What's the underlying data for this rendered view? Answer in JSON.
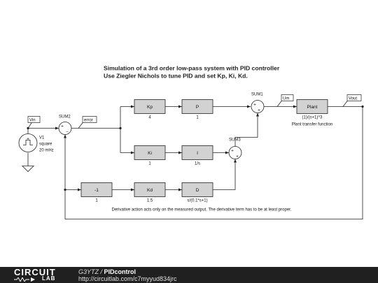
{
  "title": {
    "line1": "Simulation of a 3rd order low-pass system with PID controller",
    "line2": "Use Ziegler Nichols to tune PID and set Kp, Ki, Kd."
  },
  "blocks": {
    "kp": {
      "label": "Kp",
      "param": "4"
    },
    "p": {
      "label": "P",
      "param": "1"
    },
    "ki": {
      "label": "Ki",
      "param": "1"
    },
    "i": {
      "label": "I",
      "param": "1/s"
    },
    "neg": {
      "label": "-1",
      "param": "1"
    },
    "kd": {
      "label": "Kd",
      "param": "1.5"
    },
    "d": {
      "label": "D",
      "param": "s/(0.1*s+1)"
    },
    "plant": {
      "label": "Plant",
      "param": "(1)/(s+1)^3",
      "desc": "Plant transfer function"
    }
  },
  "sums": {
    "sum1": {
      "label": "SUM1",
      "sign_a": "+",
      "sign_b": "+"
    },
    "sum2": {
      "label": "SUM2",
      "sign_a": "+",
      "sign_b": "−"
    },
    "sum3": {
      "label": "SUM3",
      "sign_a": "+",
      "sign_b": "+"
    }
  },
  "nodes": {
    "vin": "Vin",
    "error": "error",
    "um": "Um",
    "vout": "Vout"
  },
  "source": {
    "name": "V1",
    "wave": "square",
    "freq": "20 mHz"
  },
  "note": "Derivative action acts only on the measured output. The derivative term has to be at least proper.",
  "footer": {
    "logo_top": "CIRCUIT",
    "logo_bottom": "LAB",
    "user": "G3YTZ /",
    "project": "PIDcontrol",
    "url": "http://circuitlab.com/c7myyud834jrc"
  }
}
